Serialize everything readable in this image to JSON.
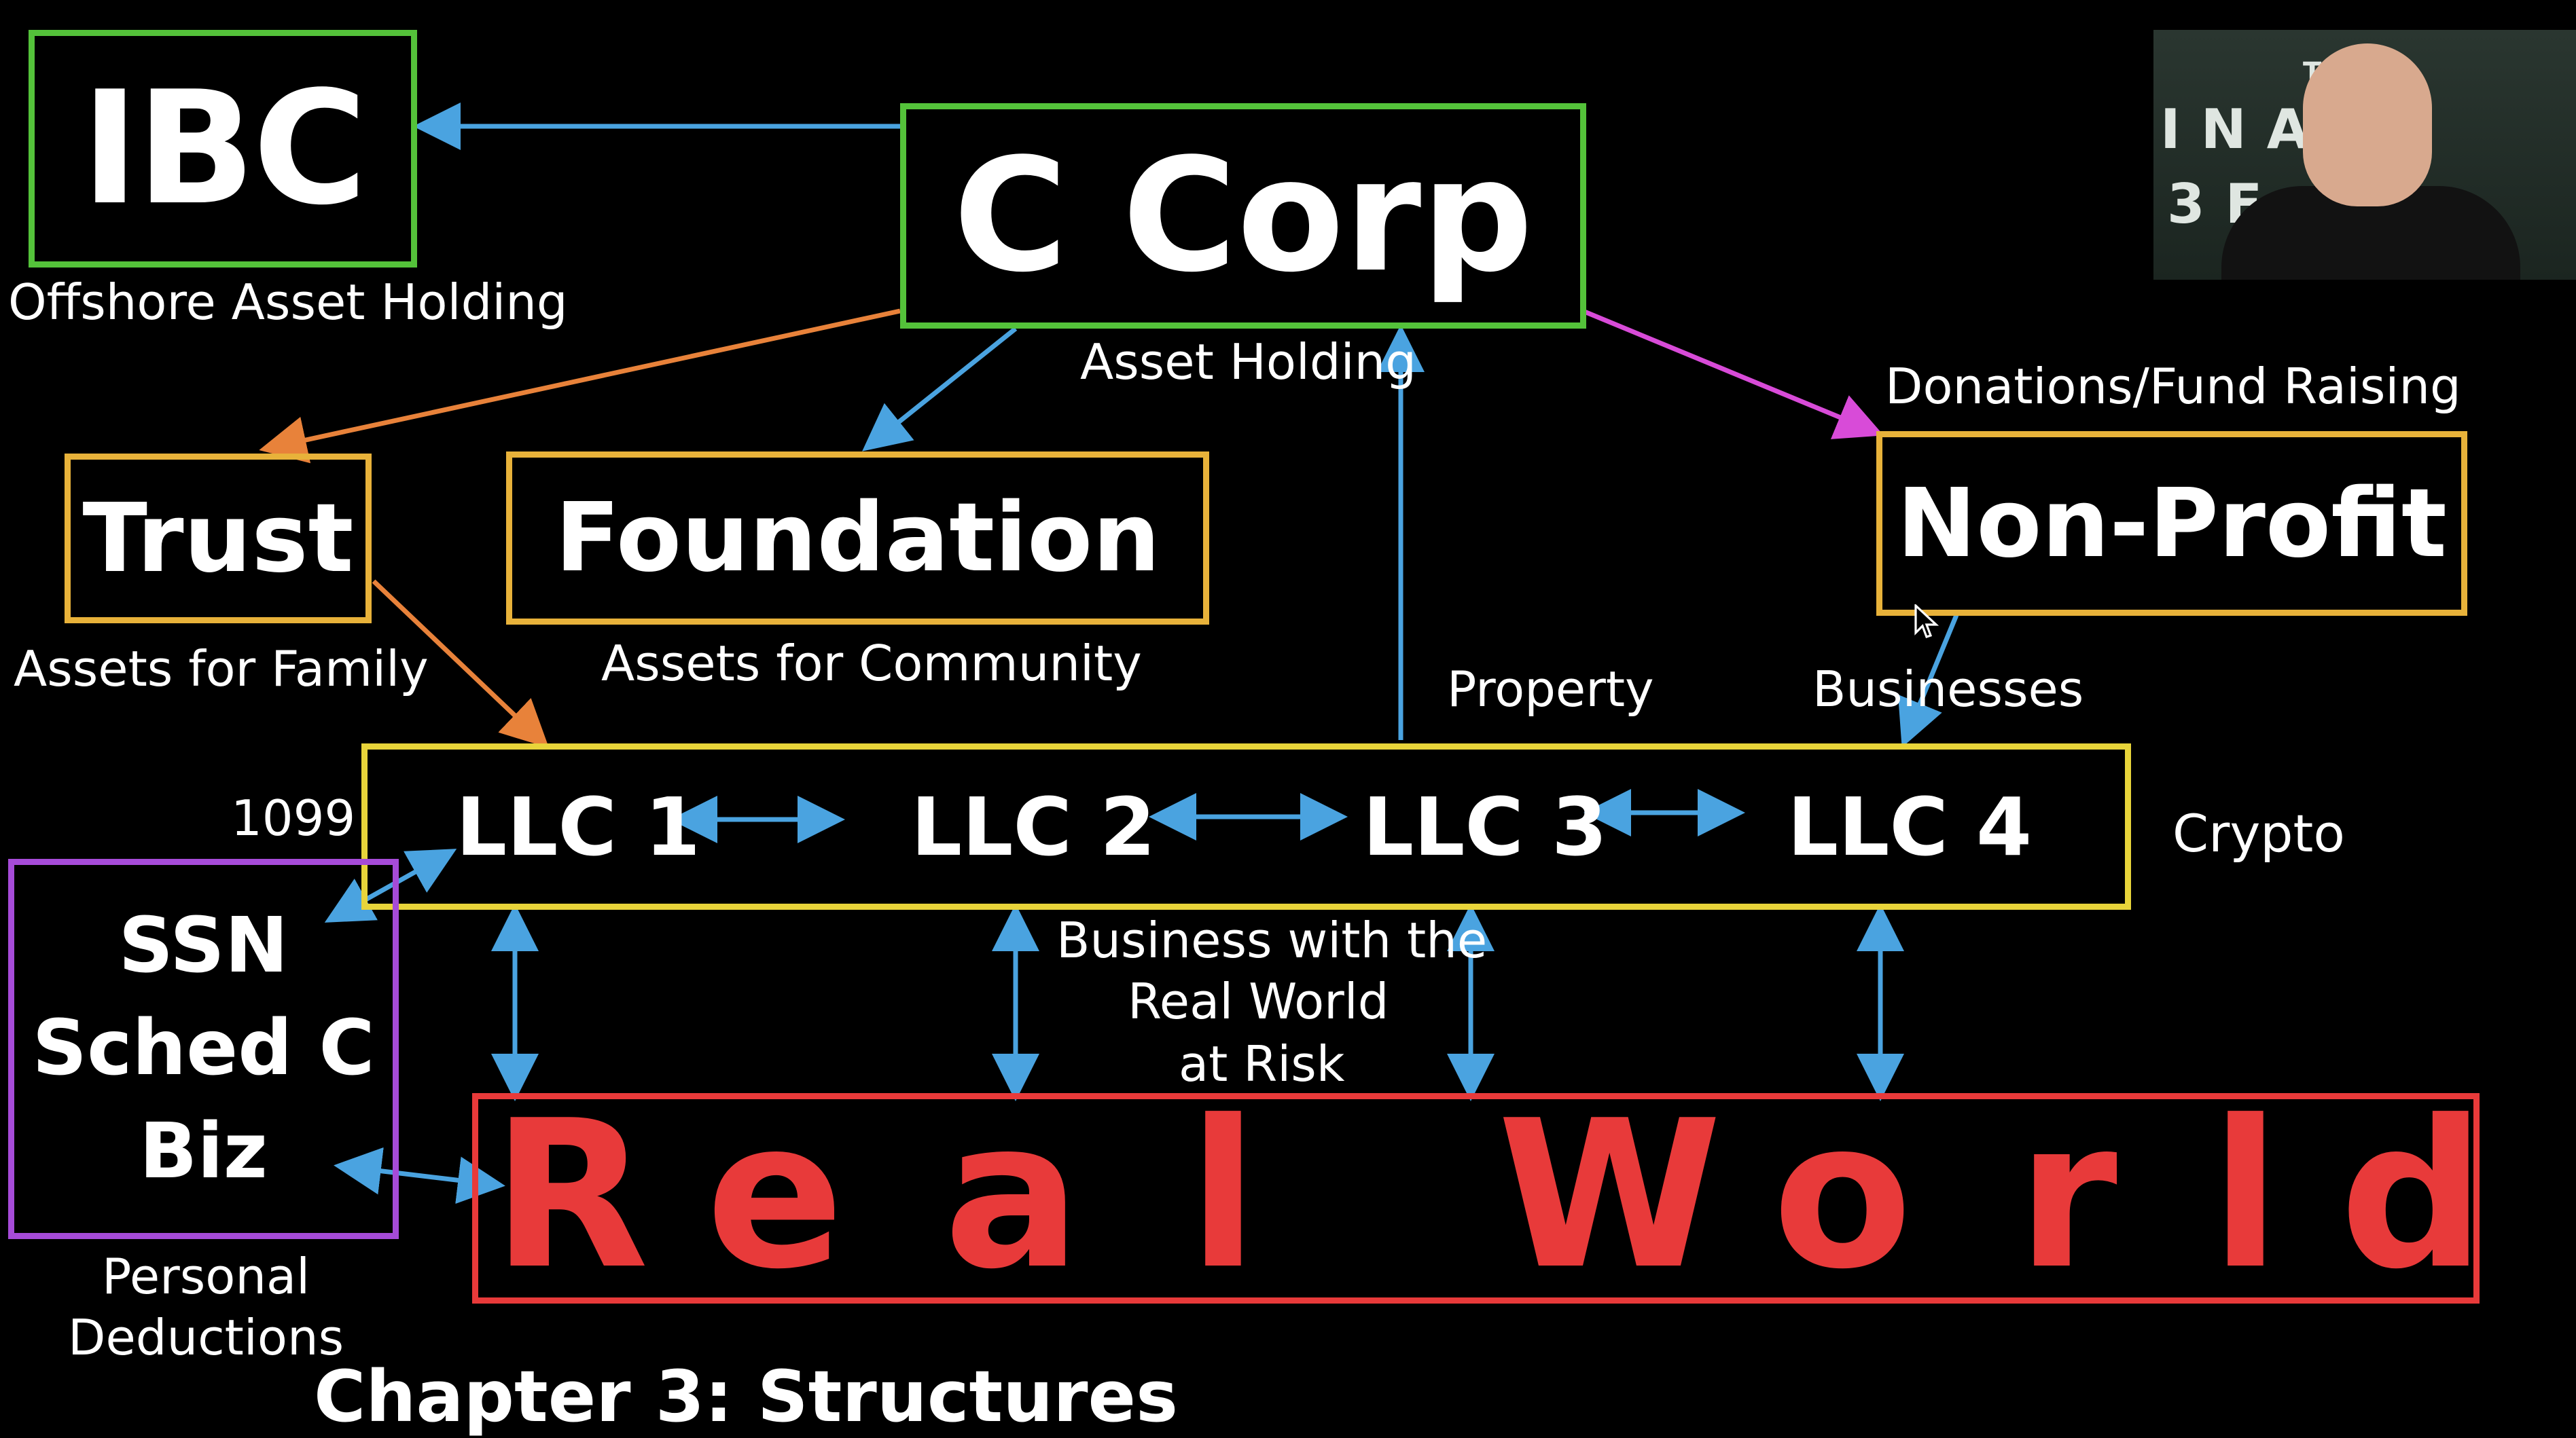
{
  "diagram": {
    "nodes": {
      "ibc": {
        "title": "IBC",
        "caption": "Offshore Asset Holding",
        "border": "#54c23a"
      },
      "ccorp": {
        "title": "C Corp",
        "caption": "Asset Holding",
        "border": "#54c23a"
      },
      "trust": {
        "title": "Trust",
        "caption": "Assets for Family",
        "border": "#e8b23a"
      },
      "foundation": {
        "title": "Foundation",
        "caption": "Assets for Community",
        "border": "#e8b23a"
      },
      "nonprofit": {
        "title": "Non-Profit",
        "caption": "Donations/Fund Raising",
        "border": "#e8b23a"
      },
      "llcs": {
        "items": [
          "LLC 1",
          "LLC 2",
          "LLC 3",
          "LLC 4"
        ],
        "border": "#e8d43a"
      },
      "ssn": {
        "lines": [
          "SSN",
          "Sched C",
          "Biz"
        ],
        "caption_lines": [
          "Personal",
          "Deductions"
        ],
        "border": "#a64bd8"
      },
      "realworld": {
        "letters": [
          "R",
          "e",
          "a",
          "l",
          "W",
          "o",
          "r",
          "l",
          "d"
        ],
        "border": "#e83a3a"
      }
    },
    "labels": {
      "property": "Property",
      "businesses": "Businesses",
      "crypto": "Crypto",
      "form1099": "1099",
      "business_lines": [
        "Business with the",
        "Real World",
        "at Risk"
      ]
    },
    "arrow_colors": {
      "blue": "#4aa3e0",
      "orange": "#e8823a",
      "magenta": "#d84bd8"
    }
  },
  "webcam": {
    "letters_row1": "INANC",
    "letters_row0": "T",
    "letters_row2": "3E IC"
  },
  "chapter_title": "Chapter 3: Structures"
}
